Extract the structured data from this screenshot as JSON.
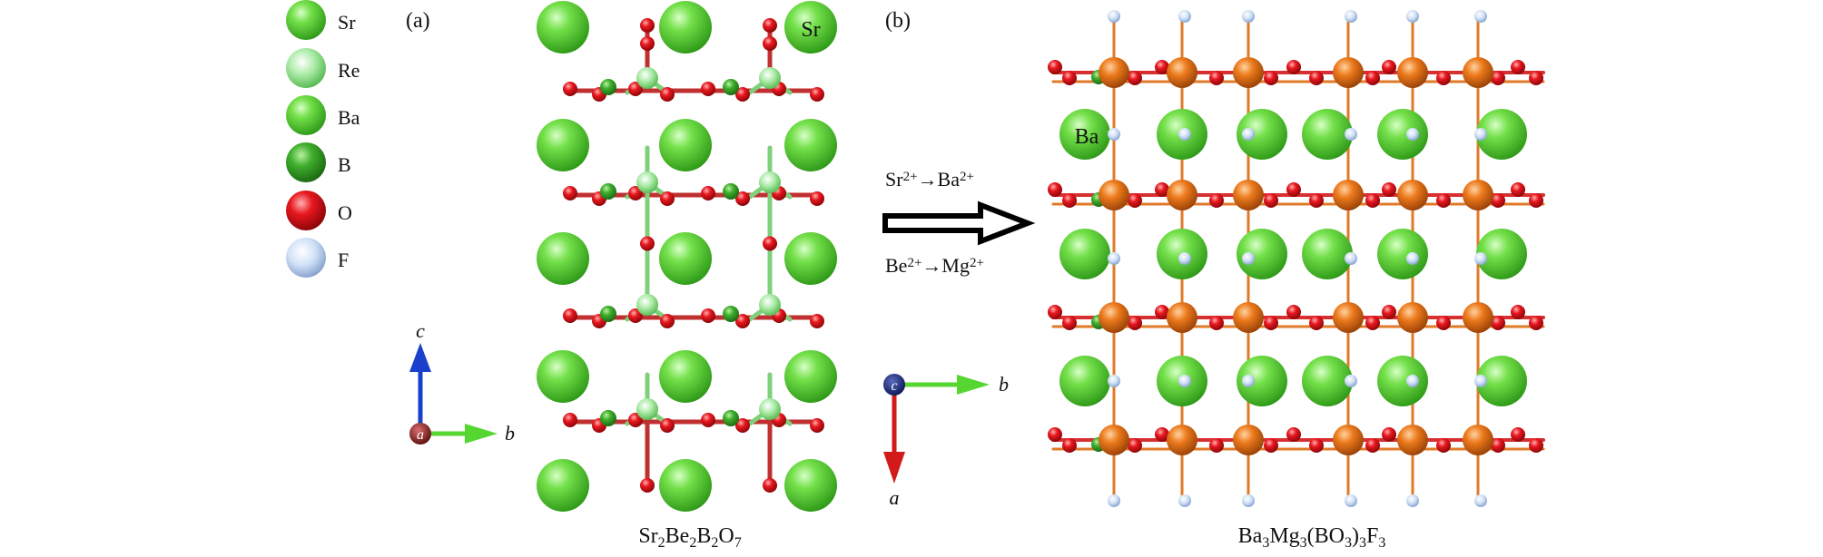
{
  "legend": [
    {
      "symbol": "Sr",
      "color": "#5fd03a"
    },
    {
      "symbol": "Re",
      "color": "#a6e8a0"
    },
    {
      "symbol": "Ba",
      "color": "#5fd03a"
    },
    {
      "symbol": "B",
      "color": "#3aa82a"
    },
    {
      "symbol": "O",
      "color": "#e0141b"
    },
    {
      "symbol": "F",
      "color": "#c8dcf4"
    }
  ],
  "panel_a": {
    "label": "(a)",
    "atom_label": "Sr",
    "formula": [
      {
        "t": "Sr"
      },
      {
        "t": "2",
        "sub": true
      },
      {
        "t": "Be"
      },
      {
        "t": "2",
        "sub": true
      },
      {
        "t": "B"
      },
      {
        "t": "2",
        "sub": true
      },
      {
        "t": "O"
      },
      {
        "t": "7",
        "sub": true
      }
    ],
    "axes": {
      "up": "c",
      "right": "b",
      "origin": "a"
    }
  },
  "transformation": {
    "line1": [
      {
        "t": "Sr"
      },
      {
        "t": "2+",
        "sup": true
      },
      {
        "t": "→Ba"
      },
      {
        "t": "2+",
        "sup": true
      }
    ],
    "line2": [
      {
        "t": "Be"
      },
      {
        "t": "2+",
        "sup": true
      },
      {
        "t": "→Mg"
      },
      {
        "t": "2+",
        "sup": true
      }
    ]
  },
  "panel_b": {
    "label": "(b)",
    "atom_label": "Ba",
    "formula": [
      {
        "t": "Ba"
      },
      {
        "t": "3",
        "sub": true
      },
      {
        "t": "Mg"
      },
      {
        "t": "3",
        "sub": true
      },
      {
        "t": "(BO"
      },
      {
        "t": "3",
        "sub": true
      },
      {
        "t": ")"
      },
      {
        "t": "3",
        "sub": true
      },
      {
        "t": "F"
      },
      {
        "t": "3",
        "sub": true
      }
    ],
    "axes": {
      "down": "a",
      "right": "b",
      "origin": "c"
    }
  },
  "colors": {
    "sr_ba": "#5fd03a",
    "re": "#a6e8a0",
    "boron": "#3aa82a",
    "oxygen": "#e0141b",
    "fluorine": "#c8dcf4",
    "mg": "#e8731a",
    "axis_c": "#1a3fcc",
    "axis_b": "#55d630",
    "axis_a": "#d21a1a",
    "origin_a": "#7a1414",
    "origin_c": "#0f1f6e"
  }
}
